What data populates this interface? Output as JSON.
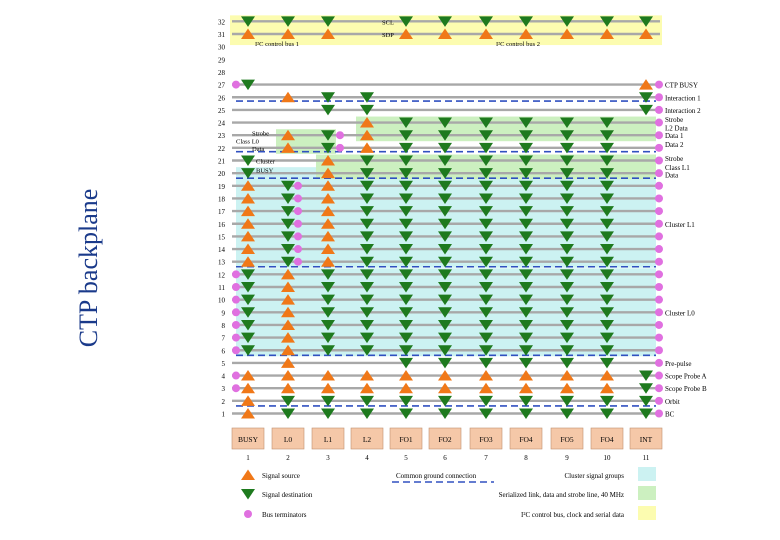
{
  "title": "CTP backplane",
  "rows": [
    "32",
    "31",
    "30",
    "29",
    "28",
    "27",
    "26",
    "25",
    "24",
    "23",
    "22",
    "21",
    "20",
    "19",
    "18",
    "17",
    "16",
    "15",
    "14",
    "13",
    "12",
    "11",
    "10",
    "9",
    "8",
    "7",
    "6",
    "5",
    "4",
    "3",
    "2",
    "1"
  ],
  "boards": [
    {
      "name": "BUSY",
      "slot": "1"
    },
    {
      "name": "L0",
      "slot": "2"
    },
    {
      "name": "L1",
      "slot": "3"
    },
    {
      "name": "L2",
      "slot": "4"
    },
    {
      "name": "FO1",
      "slot": "5"
    },
    {
      "name": "FO2",
      "slot": "6"
    },
    {
      "name": "FO3",
      "slot": "7"
    },
    {
      "name": "FO4",
      "slot": "8"
    },
    {
      "name": "FO5",
      "slot": "9"
    },
    {
      "name": "FO4",
      "slot": "10"
    },
    {
      "name": "INT",
      "slot": "11"
    }
  ],
  "right_labels": [
    {
      "text": "CTP BUSY",
      "row": 27
    },
    {
      "text": "Interaction 1",
      "row": 26
    },
    {
      "text": "Interaction 2",
      "row": 25
    },
    {
      "text": "Strobe",
      "row": 24.3
    },
    {
      "text": "L2 Data",
      "row": 23.6
    },
    {
      "text": "Data 1",
      "row": 23
    },
    {
      "text": "Data 2",
      "row": 22.3
    },
    {
      "text": "Strobe",
      "row": 21.2
    },
    {
      "text": "Class L1",
      "row": 20.5
    },
    {
      "text": "Data",
      "row": 19.9
    },
    {
      "text": "Cluster L1",
      "row": 16
    },
    {
      "text": "Cluster L0",
      "row": 9
    },
    {
      "text": "Pre-pulse",
      "row": 5
    },
    {
      "text": "Scope Probe A",
      "row": 4
    },
    {
      "text": "Scope Probe B",
      "row": 3
    },
    {
      "text": "Orbit",
      "row": 2
    },
    {
      "text": "BC",
      "row": 1
    }
  ],
  "inline_labels": [
    {
      "text": "SCL",
      "row": 32
    },
    {
      "text": "SDP",
      "row": 31
    },
    {
      "text": "I²C control bus 1",
      "row": 30.3
    },
    {
      "text": "I²C control bus 2",
      "row": 30.3
    },
    {
      "text": "Strobe",
      "row": 23.2
    },
    {
      "text": "Class L0",
      "row": 22.6
    },
    {
      "text": "Data",
      "row": 22
    },
    {
      "text": "Cluster",
      "row": 21
    },
    {
      "text": "BUSY",
      "row": 20.3
    }
  ],
  "legend": {
    "source": "Signal source",
    "destination": "Signal destination",
    "terminator": "Bus terminators",
    "ground": "Common ground connection",
    "cluster_groups": "Cluster signal groups",
    "serialized": "Serialized link, data and strobe line, 40 MHz",
    "i2c": "I²C control bus, clock and serial data"
  },
  "colors": {
    "source": "#f07818",
    "destination": "#1e7a1e",
    "terminator": "#e070e0",
    "ground": "#3050c0",
    "cyan": "#ccf2f2",
    "green": "#ccf0c0",
    "yellow": "#fcfcb0",
    "line": "#a8a8a8"
  }
}
